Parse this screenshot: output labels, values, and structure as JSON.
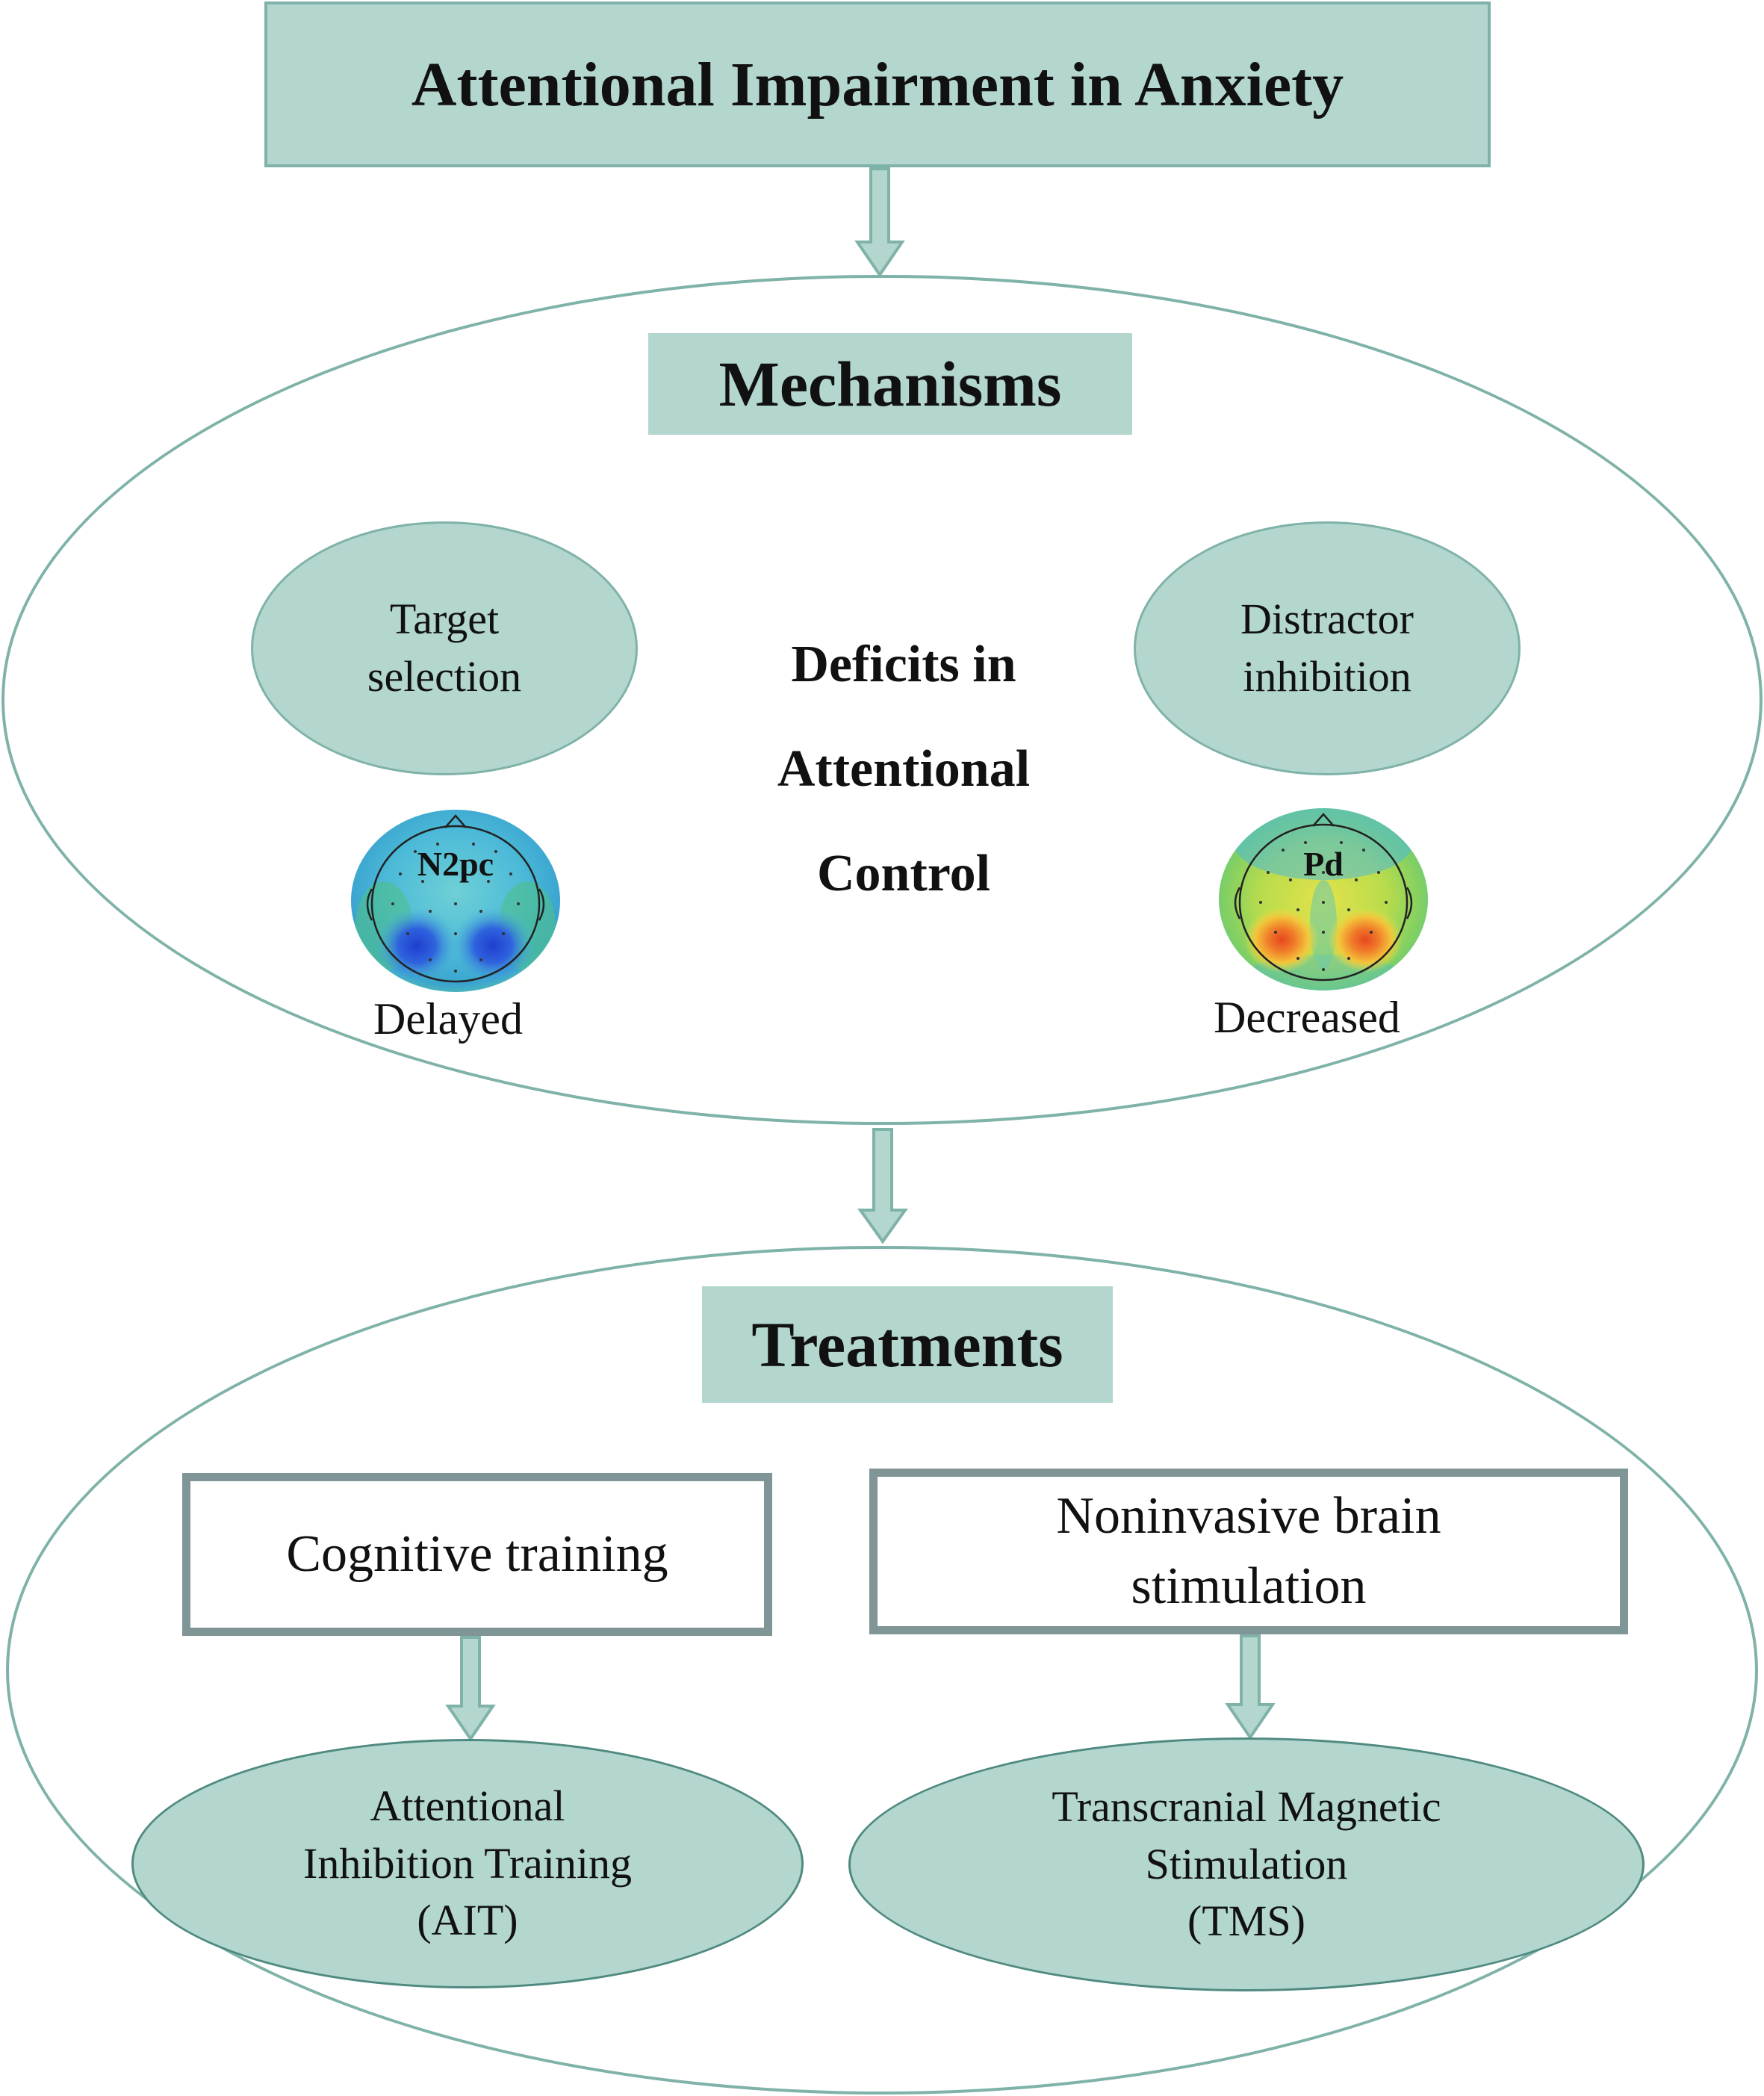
{
  "title": "Attentional Impairment in Anxiety",
  "mechanisms": {
    "label": "Mechanisms",
    "center_lines": [
      "Deficits in",
      "Attentional",
      "Control"
    ],
    "left": {
      "ellipse_lines": [
        "Target",
        "selection"
      ],
      "component": "N2pc",
      "caption": "Delayed"
    },
    "right": {
      "ellipse_lines": [
        "Distractor",
        "inhibition"
      ],
      "component": "Pd",
      "caption": "Decreased"
    }
  },
  "treatments": {
    "label": "Treatments",
    "left": {
      "box_lines": [
        "Cognitive training"
      ],
      "outcome_lines": [
        "Attentional",
        "Inhibition Training",
        "(AIT)"
      ]
    },
    "right": {
      "box_lines": [
        "Noninvasive brain",
        "stimulation"
      ],
      "outcome_lines": [
        "Transcranial Magnetic",
        "Stimulation",
        "(TMS)"
      ]
    }
  },
  "colors": {
    "fill": "#b3d6cf",
    "outline": "#7fb2a8",
    "box_border": "#7f9596",
    "topo_blue": "#2b57d6",
    "topo_red": "#e8471e"
  }
}
